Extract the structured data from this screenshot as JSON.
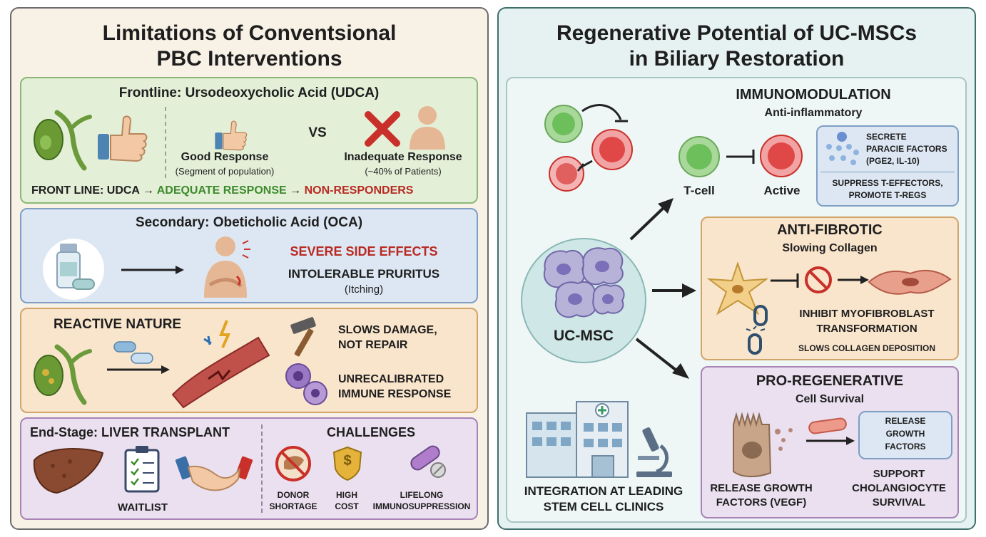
{
  "left": {
    "title_line1": "Limitations of Conventsional",
    "title_line2": "PBC Interventions",
    "udca": {
      "heading": "Frontline: Ursodeoxycholic Acid (UDCA)",
      "vs": "VS",
      "good_label": "Good Response",
      "good_sub": "(Segment of population)",
      "bad_label": "Inadequate Response",
      "bad_sub": "(~40% of Patients)",
      "flow_a": "FRONT LINE: UDCA",
      "flow_b": "ADEQUATE RESPONSE",
      "flow_c": "NON-RESPONDERS"
    },
    "oca": {
      "heading": "Secondary: Obeticholic Acid (OCA)",
      "effect1": "SEVERE SIDE EFFECTS",
      "effect2": "INTOLERABLE PRURITUS",
      "effect3": "(Itching)"
    },
    "reactive": {
      "heading": "REACTIVE NATURE",
      "point1_l1": "SLOWS DAMAGE,",
      "point1_l2": "NOT REPAIR",
      "point2_l1": "UNRECALIBRATED",
      "point2_l2": "IMMUNE RESPONSE"
    },
    "endstage": {
      "heading": "End-Stage: LIVER TRANSPLANT",
      "waitlist": "WAITLIST",
      "challenges": "CHALLENGES",
      "c1_l1": "DONOR",
      "c1_l2": "SHORTAGE",
      "c2_l1": "HIGH",
      "c2_l2": "COST",
      "c3_l1": "LIFELONG",
      "c3_l2": "IMMUNOSUPPRESSION",
      "cost_symbol": "$"
    }
  },
  "right": {
    "title_line1": "Regenerative Potential of UC-MSCs",
    "title_line2": "in Biliary Restoration",
    "center_label": "UC-MSC",
    "clinics_l1": "INTEGRATION AT LEADING",
    "clinics_l2": "STEM CELL CLINICS",
    "immuno": {
      "heading": "IMMUNOMODULATION",
      "sub": "Anti-inflammatory",
      "tcell": "T-cell",
      "active": "Active",
      "secrete_l1": "SECRETE",
      "secrete_l2": "PARACIE FACTORS",
      "secrete_l3": "(PGE2, IL-10)",
      "suppress_l1": "SUPPRESS T-EFFECTORS,",
      "suppress_l2": "PROMOTE T-REGS"
    },
    "fibrotic": {
      "heading": "ANTI-FIBROTIC",
      "sub": "Slowing Collagen",
      "inhibit_l1": "INHIBIT MYOFIBROBLAST",
      "inhibit_l2": "TRANSFORMATION",
      "slows": "SLOWS COLLAGEN DEPOSITION"
    },
    "regen": {
      "heading": "PRO-REGENERATIVE",
      "sub": "Cell Survival",
      "release_box_l1": "RELEASE",
      "release_box_l2": "GROWTH",
      "release_box_l3": "FACTORS",
      "release_l1": "RELEASE GROWTH",
      "release_l2": "FACTORS (VEGF)",
      "support_l1": "SUPPORT",
      "support_l2": "CHOLANGIOCYTE",
      "support_l3": "SURVIVAL"
    }
  },
  "colors": {
    "green_text": "#3d8a2c",
    "red_text": "#b82a22",
    "green_box": "#e4efd8",
    "blue_box": "#dde7f3",
    "orange_box": "#f9e5cc",
    "purple_box": "#ebe0ef",
    "left_bg": "#f8f1e6",
    "right_bg": "#e6f2f1"
  }
}
